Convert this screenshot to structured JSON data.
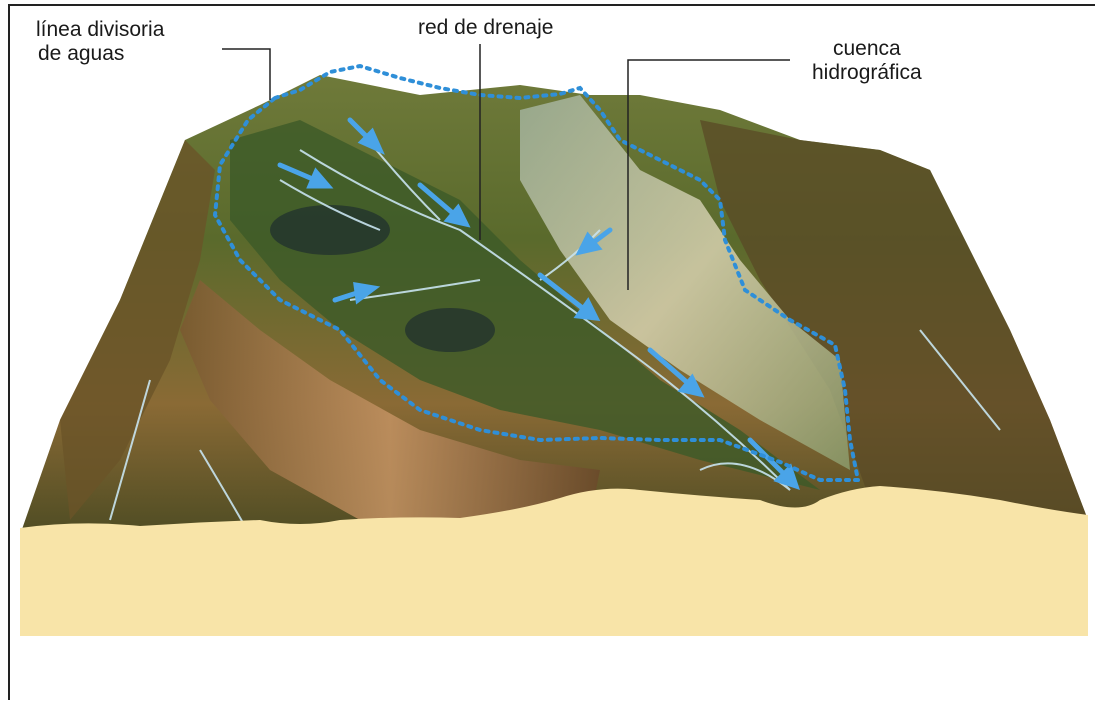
{
  "labels": {
    "divisoria_line1": "línea divisoria",
    "divisoria_line2": "de aguas",
    "drenaje": "red de drenaje",
    "cuenca_line1": "cuenca",
    "cuenca_line2": "hidrográfica"
  },
  "colors": {
    "divide_line": "#2f8fd8",
    "drainage": "#5db0e6",
    "base": "#f8e4a8",
    "terrain_dark": "#3f4a1c",
    "terrain_light": "#b9a35a"
  }
}
